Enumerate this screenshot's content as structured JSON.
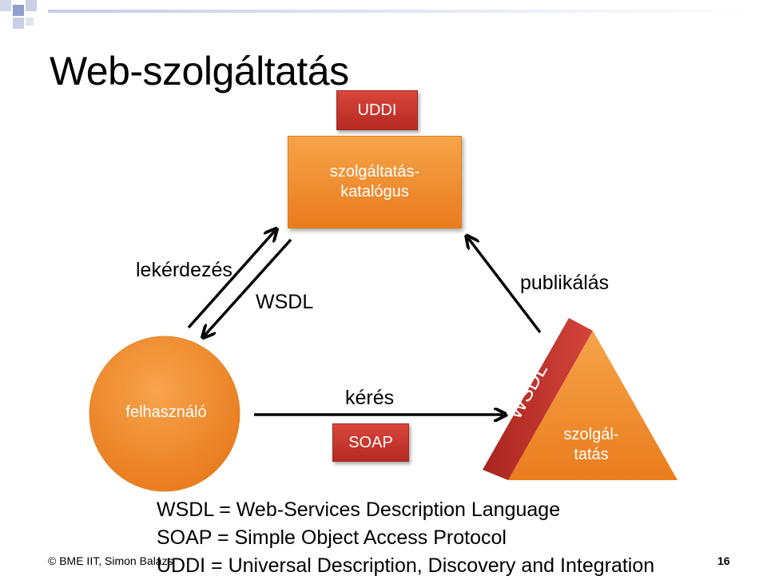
{
  "slide": {
    "title": "Web-szolgáltatás",
    "page_number": "16",
    "footer_copyright": "© BME IIT, Simon Balázs"
  },
  "diagram": {
    "udd_box": "UDDI",
    "catalog_line1": "szolgáltatás-",
    "catalog_line2": "katalógus",
    "user": "felhasználó",
    "service_line1": "szolgál-",
    "service_line2": "tatás",
    "wsdl_band": "WSDL",
    "query_label": "lekérdezés",
    "query_wsdl_label": "WSDL",
    "publish_label": "publikálás",
    "request_label": "kérés",
    "soap_box": "SOAP"
  },
  "legend": {
    "line1": "WSDL = Web-Services Description Language",
    "line2": "SOAP = Simple Object Access Protocol",
    "line3": "UDDI = Universal Description, Discovery and Integration"
  },
  "colors": {
    "orange": "#ef8a2a",
    "red": "#c0352b",
    "deco_blue": "#b5c0e0"
  }
}
